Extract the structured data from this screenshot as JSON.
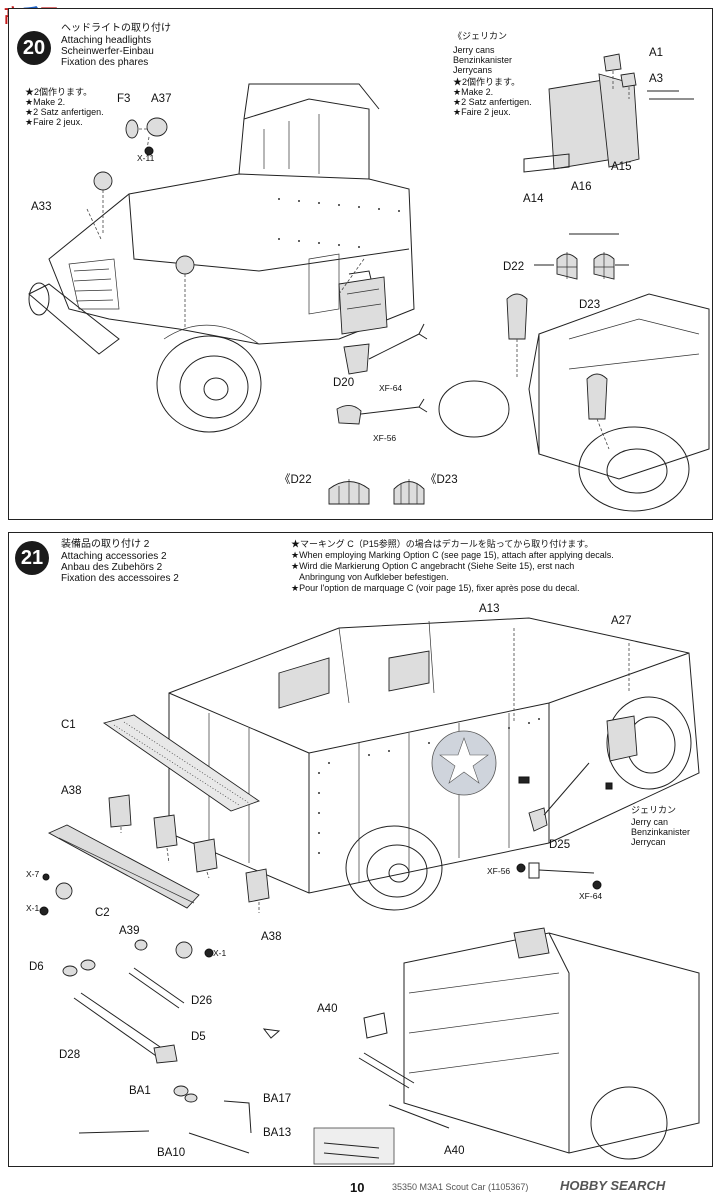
{
  "watermark": {
    "chars": [
      "高",
      "手",
      "网"
    ]
  },
  "step20": {
    "number": "20",
    "title_jp": "ヘッドライトの取り付け",
    "title_en": "Attaching headlights",
    "title_de": "Scheinwerfer-Einbau",
    "title_fr": "Fixation des phares",
    "note_jp": "★2個作ります。",
    "note_en": "★Make 2.",
    "note_de": "★2 Satz anfertigen.",
    "note_fr": "★Faire 2 jeux.",
    "jerry_title_jp": "《ジェリカン",
    "jerry_title_en": "Jerry cans",
    "jerry_title_de": "Benzinkanister",
    "jerry_title_fr": "Jerrycans",
    "jerry_note_jp": "★2個作ります。",
    "jerry_note_en": "★Make 2.",
    "jerry_note_de": "★2 Satz anfertigen.",
    "jerry_note_fr": "★Faire 2 jeux.",
    "labels": {
      "F3": "F3",
      "A37": "A37",
      "X11": "X-11",
      "A33": "A33",
      "A1": "A1",
      "A3": "A3",
      "A15": "A15",
      "A16": "A16",
      "A14": "A14",
      "D22": "D22",
      "D23": "D23",
      "D20": "D20",
      "XF64": "XF-64",
      "XF56": "XF-56",
      "D22b": "《D22",
      "D23b": "《D23"
    }
  },
  "step21": {
    "number": "21",
    "title_jp": "装備品の取り付け 2",
    "title_en": "Attaching accessories 2",
    "title_de": "Anbau des Zubehörs 2",
    "title_fr": "Fixation des accessoires 2",
    "marking_jp": "★マーキング C（P15参照）の場合はデカールを貼ってから取り付けます。",
    "marking_en": "★When employing Marking Option C (see page 15), attach after applying decals.",
    "marking_de1": "★Wird die Markierung Option C angebracht (Siehe Seite 15), erst nach",
    "marking_de2": "Anbringung von Aufkleber befestigen.",
    "marking_fr": "★Pour l'option de marquage C (voir page 15), fixer après pose du decal.",
    "jerry_jp": "ジェリカン",
    "jerry_en": "Jerry can",
    "jerry_de": "Benzinkanister",
    "jerry_fr": "Jerrycan",
    "labels": {
      "A13": "A13",
      "A27": "A27",
      "C1": "C1",
      "A38": "A38",
      "X7": "X-7",
      "X1": "X-1",
      "C2": "C2",
      "A39": "A39",
      "A38b": "A38",
      "X1b": "X-1",
      "D25": "D25",
      "XF56": "XF-56",
      "XF64": "XF-64",
      "D6": "D6",
      "D26": "D26",
      "D5": "D5",
      "D28": "D28",
      "A40": "A40",
      "A40b": "A40",
      "BA1": "BA1",
      "BA17": "BA17",
      "BA13": "BA13",
      "BA10": "BA10"
    }
  },
  "footer": {
    "page_number": "10",
    "model": "35350 M3A1 Scout Car (1105367)",
    "brand": "HOBBY SEARCH"
  }
}
